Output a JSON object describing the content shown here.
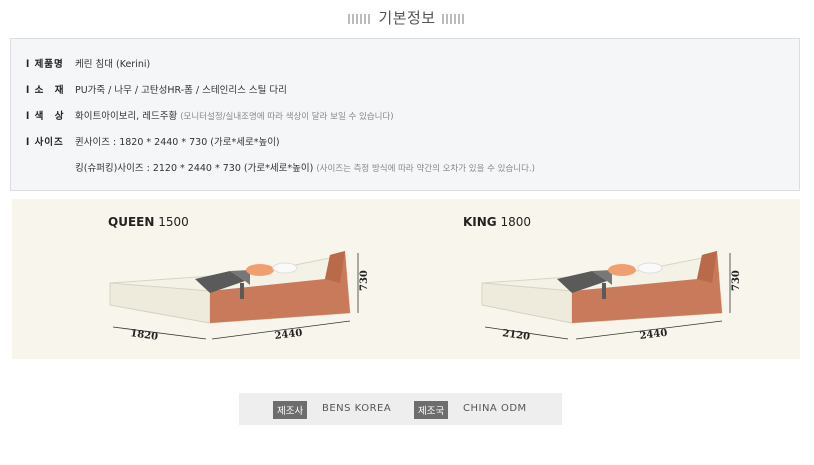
{
  "title": "기본정보",
  "info": {
    "product_label": "l 제품명",
    "product_value": "케린 침대 (Kerini)",
    "material_label": "l 소　재",
    "material_value": "PU가죽 / 나무 / 고탄성HR-폼 / 스테인리스 스틸 다리",
    "color_label": "l 색　상",
    "color_value": "화이트아이보리, 레드주황",
    "color_note": "(모니터설정/실내조명에 따라 색상이 달라 보일 수 있습니다)",
    "size_label": "l 사이즈",
    "size_queen": "퀸사이즈 : 1820 * 2440 * 730 (가로*세로*높이)",
    "size_king": "킹(슈퍼킹)사이즈 : 2120 * 2440 * 730 (가로*세로*높이)",
    "size_note": "(사이즈는 측정 방식에 따라 약간의 오차가 있을 수 있습니다.)"
  },
  "beds": {
    "queen": {
      "name": "QUEEN",
      "code": "1500",
      "width": "1820",
      "length": "2440",
      "height": "730"
    },
    "king": {
      "name": "KING",
      "code": "1800",
      "width": "2120",
      "length": "2440",
      "height": "730"
    }
  },
  "footer": {
    "maker_label": "제조사",
    "maker_value": "BENS KOREA",
    "origin_label": "제조국",
    "origin_value": "CHINA ODM"
  },
  "colors": {
    "frame": "#c87a5a",
    "ivory": "#f4f1e6",
    "blanket": "#5a5a5a",
    "pillow": "#f0a070"
  }
}
